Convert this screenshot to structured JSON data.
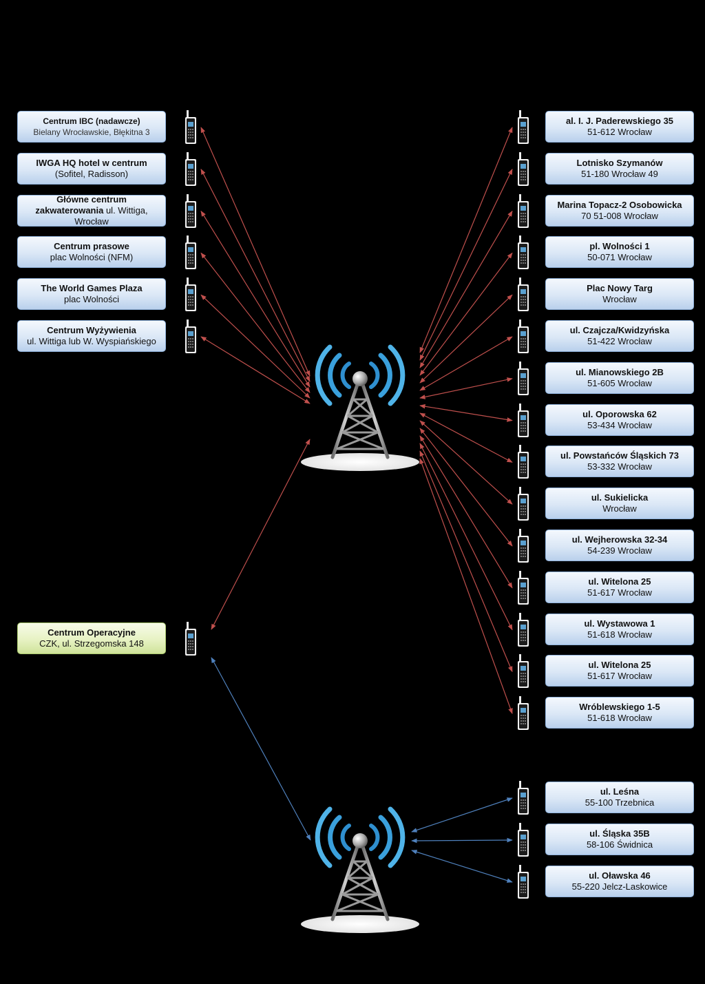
{
  "colors": {
    "background": "#000000",
    "link_red": "#c0504d",
    "link_blue": "#4f81bd",
    "node_blue": "#dae7f6",
    "node_green": "#e7f2c3",
    "tower_waves": "#3a9fd8"
  },
  "icons": {
    "radio": "radio-terminal-icon",
    "tower": "radio-tower-icon"
  },
  "left_nodes": [
    {
      "line1": "Centrum IBC (nadawcze)",
      "line2": "Bielany Wrocławskie, Błękitna 3"
    },
    {
      "line1": "IWGA HQ hotel w centrum",
      "line2": "(Sofitel, Radisson)"
    },
    {
      "line1": "Główne centrum",
      "line2_bold": "zakwaterowania",
      "line2": " ul. Wittiga,",
      "line3": "Wrocław"
    },
    {
      "line1": "Centrum prasowe",
      "line2": "plac Wolności (NFM)"
    },
    {
      "line1": "The World Games Plaza",
      "line2": "plac Wolności"
    },
    {
      "line1": "Centrum Wyżywienia",
      "line2": "ul. Wittiga lub W. Wyspiańskiego"
    }
  ],
  "operations_node": {
    "line1": "Centrum Operacyjne",
    "line2": "CZK, ul. Strzegomska 148"
  },
  "right_nodes": [
    {
      "line1": "al. I. J. Paderewskiego 35",
      "line2": "51-612 Wrocław"
    },
    {
      "line1": "Lotnisko Szymanów",
      "line2": "51-180 Wrocław 49"
    },
    {
      "line1": "Marina Topacz-2  Osobowicka",
      "line2": "70 51-008 Wrocław"
    },
    {
      "line1": "pl. Wolności 1",
      "line2": "50-071 Wrocław"
    },
    {
      "line1": "Plac Nowy Targ",
      "line2": "Wrocław"
    },
    {
      "line1": "ul. Czajcza/Kwidzyńska",
      "line2": "51-422 Wrocław"
    },
    {
      "line1": "ul. Mianowskiego 2B",
      "line2": "51-605 Wrocław"
    },
    {
      "line1": "ul. Oporowska 62",
      "line2": "53-434 Wrocław"
    },
    {
      "line1": "ul. Powstańców Śląskich 73",
      "line2": "53-332 Wrocław"
    },
    {
      "line1": "ul. Sukielicka",
      "line2": "Wrocław"
    },
    {
      "line1": "ul. Wejherowska 32-34",
      "line2": "54-239 Wrocław"
    },
    {
      "line1": "ul. Witelona 25",
      "line2": "51-617 Wrocław"
    },
    {
      "line1": "ul. Wystawowa 1",
      "line2": "51-618 Wrocław"
    },
    {
      "line1": "ul. Witelona 25",
      "line2": "51-617 Wrocław"
    },
    {
      "line1": "Wróblewskiego 1-5",
      "line2": "51-618 Wrocław"
    }
  ],
  "bottom_right_nodes": [
    {
      "line1": "ul. Leśna",
      "line2": "55-100 Trzebnica"
    },
    {
      "line1": "ul. Śląska 35B",
      "line2": "58-106 Świdnica"
    },
    {
      "line1": "ul. Oławska 46",
      "line2": "55-220 Jelcz-Laskowice"
    }
  ]
}
